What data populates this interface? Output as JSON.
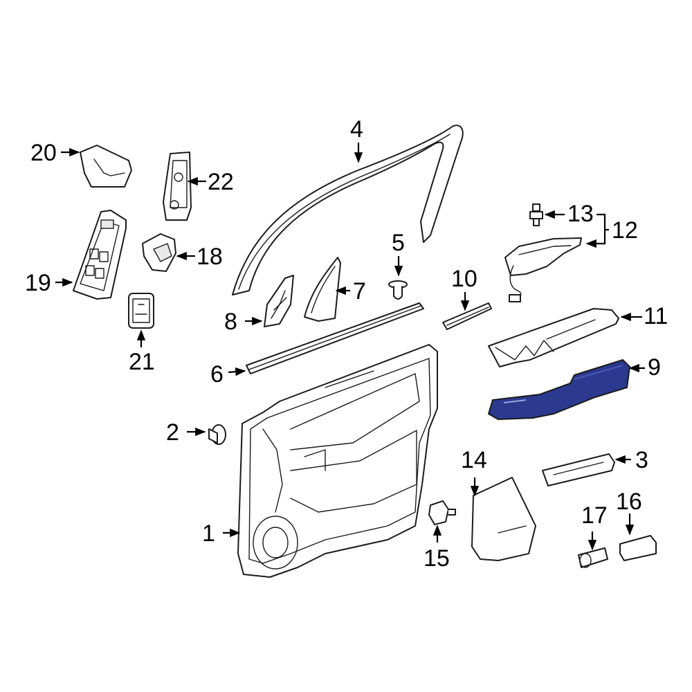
{
  "diagram": {
    "highlight_color": "#2b3a8f",
    "callouts": [
      {
        "id": "1",
        "label": "1"
      },
      {
        "id": "2",
        "label": "2"
      },
      {
        "id": "3",
        "label": "3"
      },
      {
        "id": "4",
        "label": "4"
      },
      {
        "id": "5",
        "label": "5"
      },
      {
        "id": "6",
        "label": "6"
      },
      {
        "id": "7",
        "label": "7"
      },
      {
        "id": "8",
        "label": "8"
      },
      {
        "id": "9",
        "label": "9"
      },
      {
        "id": "10",
        "label": "10"
      },
      {
        "id": "11",
        "label": "11"
      },
      {
        "id": "12",
        "label": "12"
      },
      {
        "id": "13",
        "label": "13"
      },
      {
        "id": "14",
        "label": "14"
      },
      {
        "id": "15",
        "label": "15"
      },
      {
        "id": "16",
        "label": "16"
      },
      {
        "id": "17",
        "label": "17"
      },
      {
        "id": "18",
        "label": "18"
      },
      {
        "id": "19",
        "label": "19"
      },
      {
        "id": "20",
        "label": "20"
      },
      {
        "id": "21",
        "label": "21"
      },
      {
        "id": "22",
        "label": "22"
      }
    ]
  }
}
